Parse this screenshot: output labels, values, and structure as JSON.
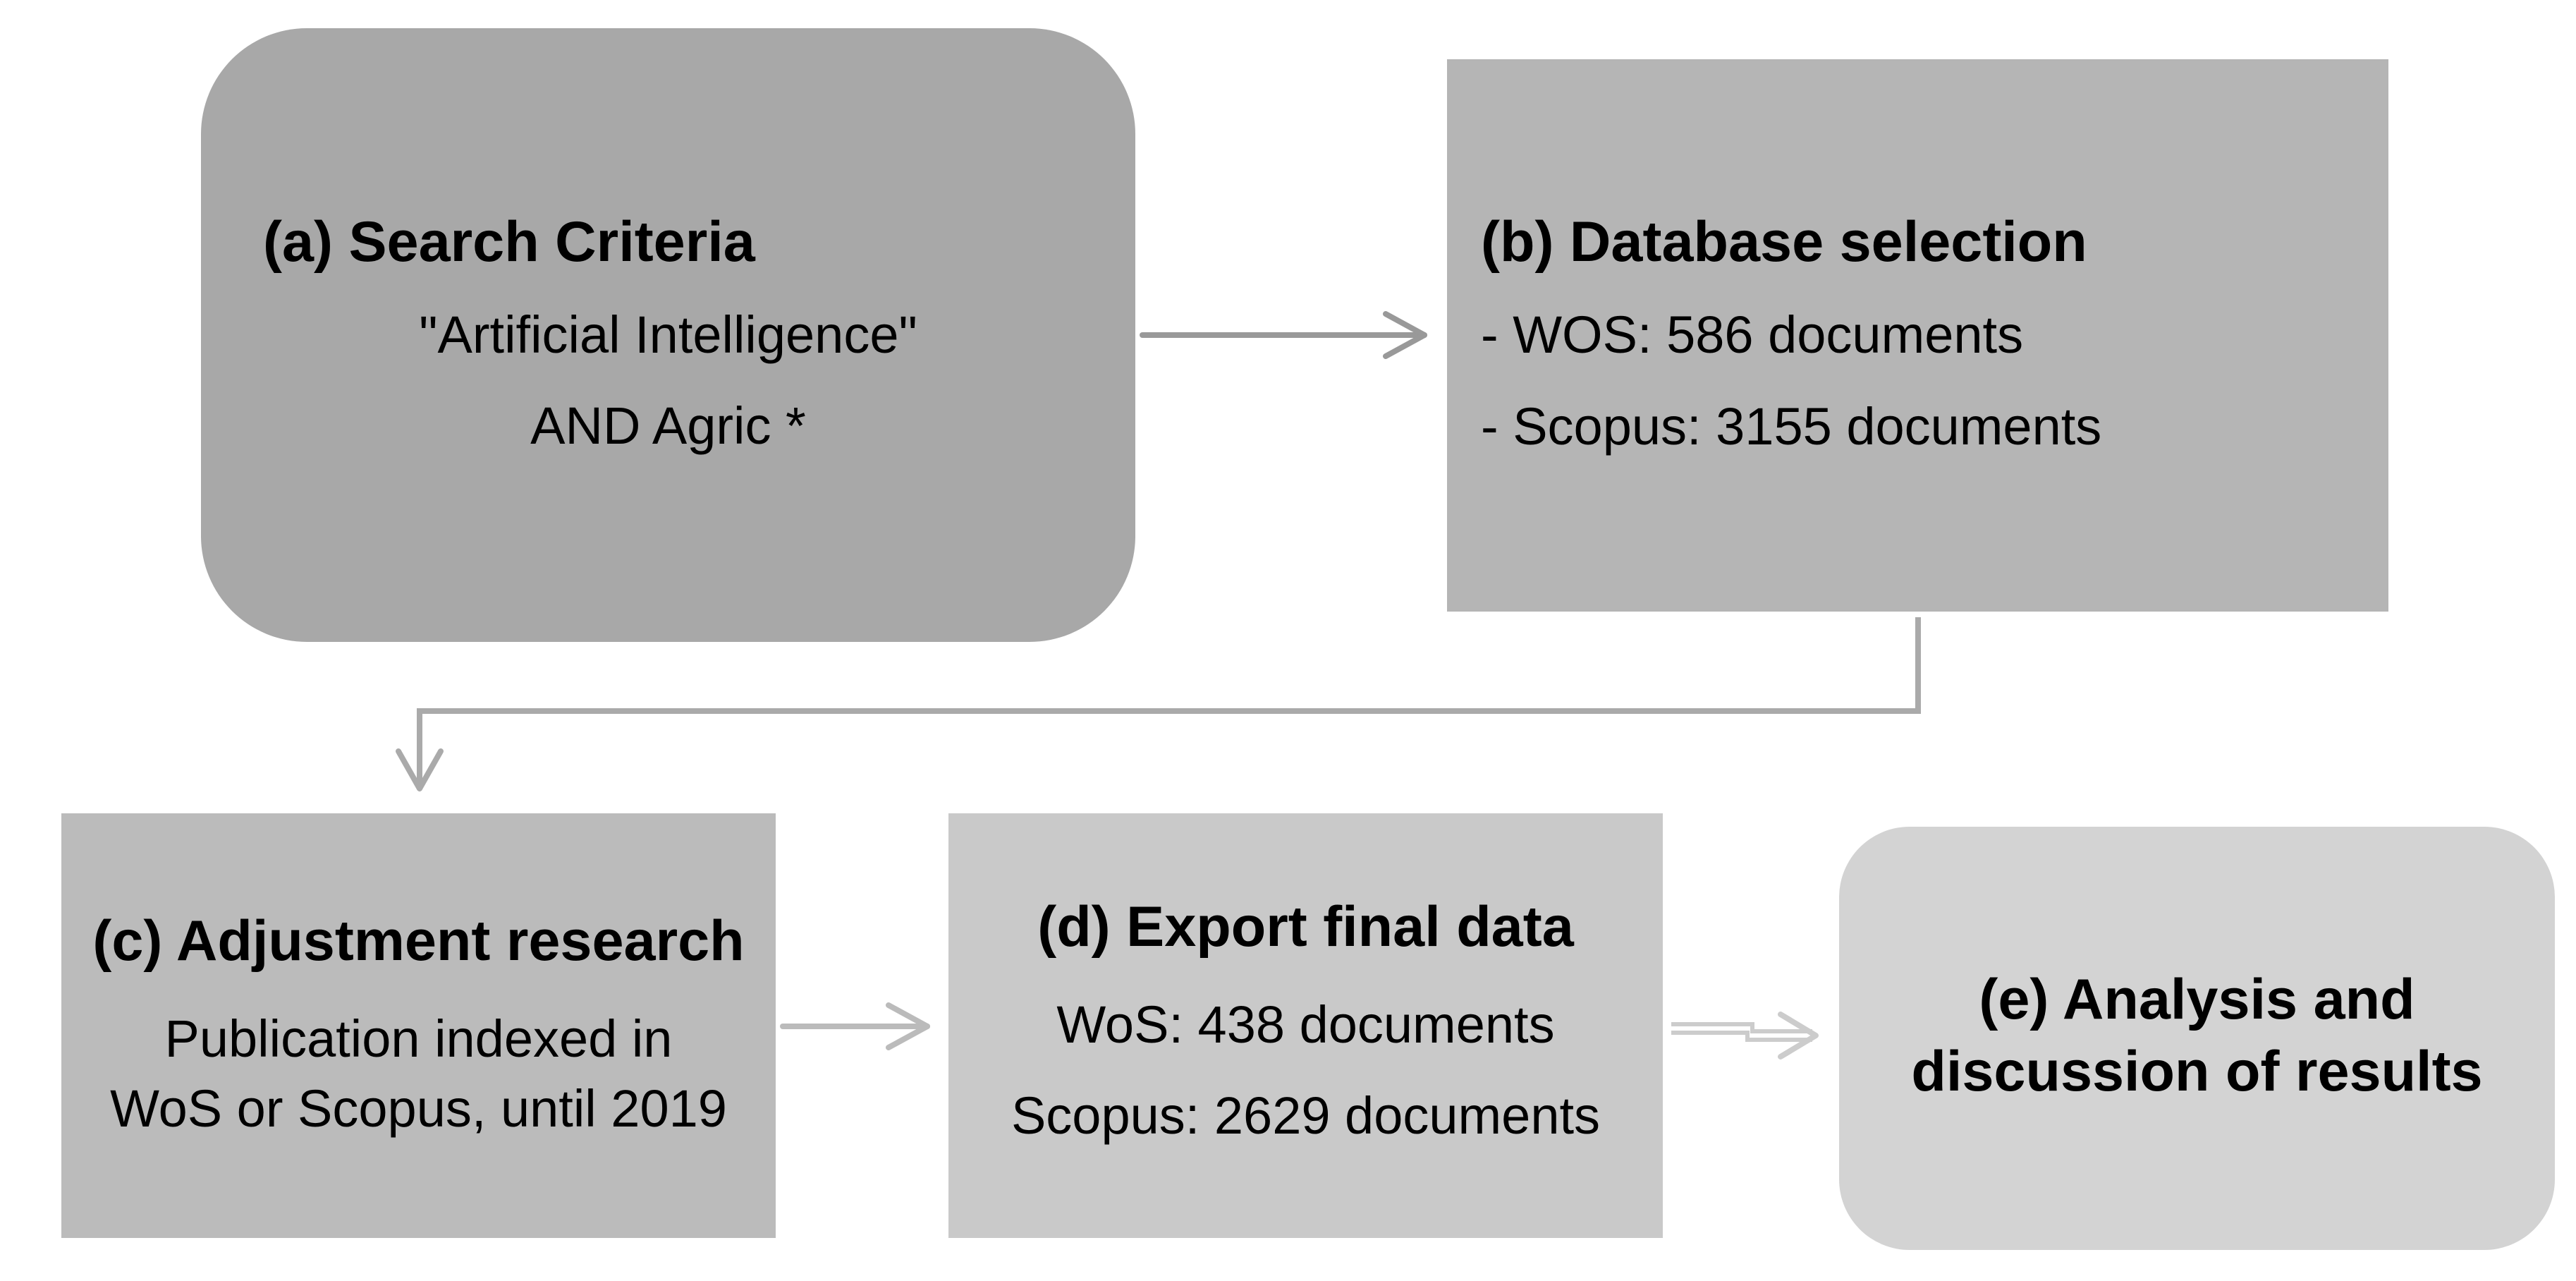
{
  "boxes": {
    "a": {
      "title": "(a) Search Criteria",
      "lines": [
        "\"Artificial Intelligence\"",
        "AND Agric *"
      ]
    },
    "b": {
      "title": "(b) Database selection",
      "lines": [
        "- WOS: 586 documents",
        "- Scopus: 3155 documents"
      ]
    },
    "c": {
      "title": "(c) Adjustment research",
      "lines": [
        "Publication indexed in",
        "WoS or Scopus, until 2019"
      ]
    },
    "d": {
      "title": "(d) Export final data",
      "lines": [
        "WoS: 438 documents",
        "Scopus: 2629 documents"
      ]
    },
    "e": {
      "title_lines": [
        "(e) Analysis and",
        "discussion of results"
      ]
    }
  },
  "colors": {
    "box_a": "#a8a8a8",
    "box_b": "#b5b5b5",
    "box_c": "#bbbbbb",
    "box_d": "#c9c9c9",
    "box_e": "#d3d3d3",
    "arrow_ab": "#999999",
    "arrow_bc": "#aaaaaa",
    "arrow_cd": "#bbbbbb",
    "arrow_de": "#cccccc"
  }
}
